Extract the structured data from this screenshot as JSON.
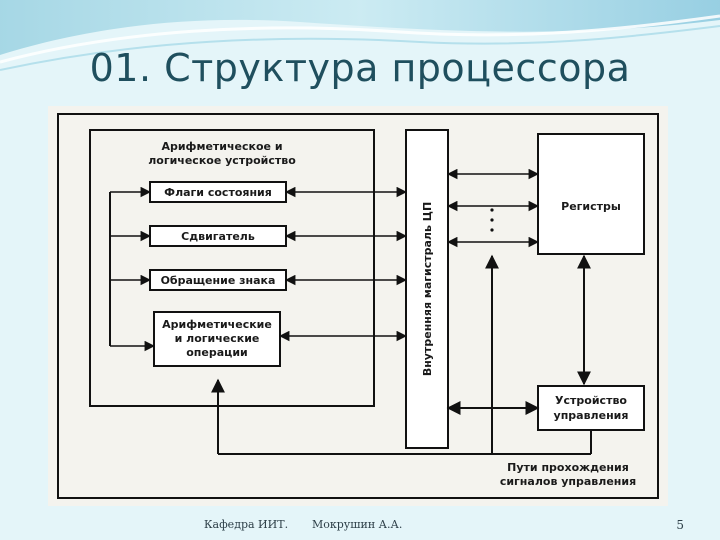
{
  "slide": {
    "title": "01. Структура процессора",
    "footer_department": "Кафедра ИИТ.",
    "footer_author": "Мокрушин А.А.",
    "page_number": "5"
  },
  "diagram": {
    "alu_title_line1": "Арифметическое и",
    "alu_title_line2": "логическое устройство",
    "flags": "Флаги состояния",
    "shifter": "Сдвигатель",
    "sign_inversion": "Обращение знака",
    "alu_ops_line1": "Арифметические",
    "alu_ops_line2": "и логические",
    "alu_ops_line3": "операции",
    "internal_bus": "Внутренняя магистраль ЦП",
    "registers": "Регистры",
    "control_unit_line1": "Устройство",
    "control_unit_line2": "управления",
    "control_paths_line1": "Пути прохождения",
    "control_paths_line2": "сигналов управления"
  }
}
